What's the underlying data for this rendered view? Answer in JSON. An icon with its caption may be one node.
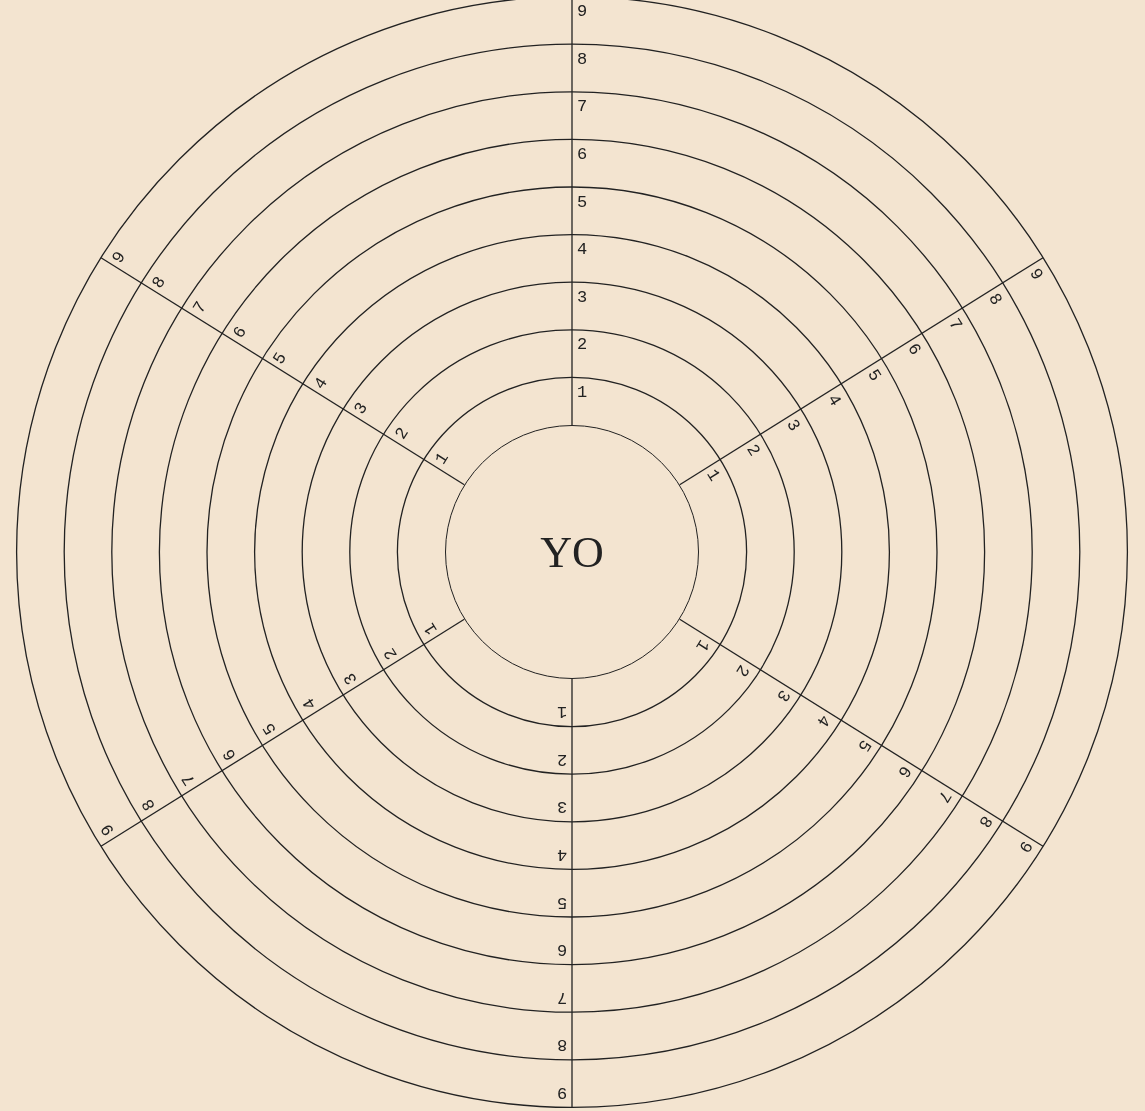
{
  "diagram": {
    "nodes": [
      {
        "text": [
          "YO"
        ]
      }
    ],
    "labels": [
      "1",
      "2",
      "3",
      "4",
      "5",
      "6",
      "7",
      "8",
      "9",
      "1",
      "2",
      "3",
      "4",
      "5",
      "6",
      "7",
      "8",
      "9",
      "1",
      "2",
      "3",
      "4",
      "5",
      "6",
      "7",
      "8",
      "9",
      "1",
      "2",
      "3",
      "4",
      "5",
      "6",
      "7",
      "8",
      "9",
      "1",
      "2",
      "3",
      "4",
      "5",
      "6",
      "7",
      "8",
      "9",
      "1",
      "2",
      "3",
      "4",
      "5",
      "6",
      "7",
      "8",
      "9"
    ]
  }
}
